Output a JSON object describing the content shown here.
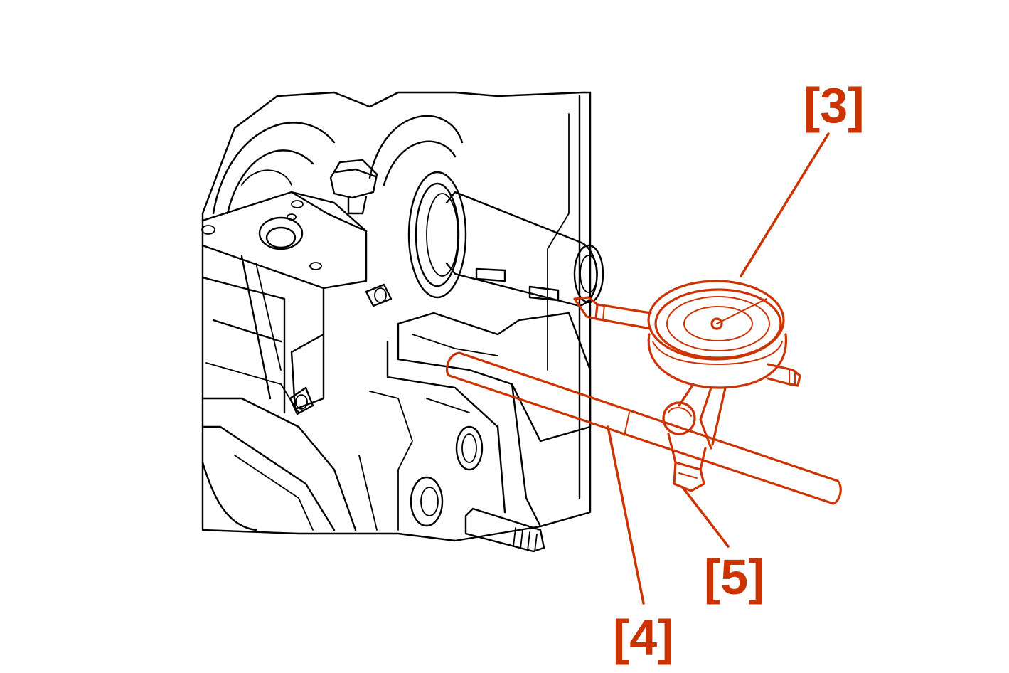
{
  "colors": {
    "callout": "#cc3300",
    "linework": "#000000",
    "background": "#ffffff"
  },
  "callouts": {
    "c3": "[3]",
    "c4": "[4]",
    "c5": "[5]"
  }
}
